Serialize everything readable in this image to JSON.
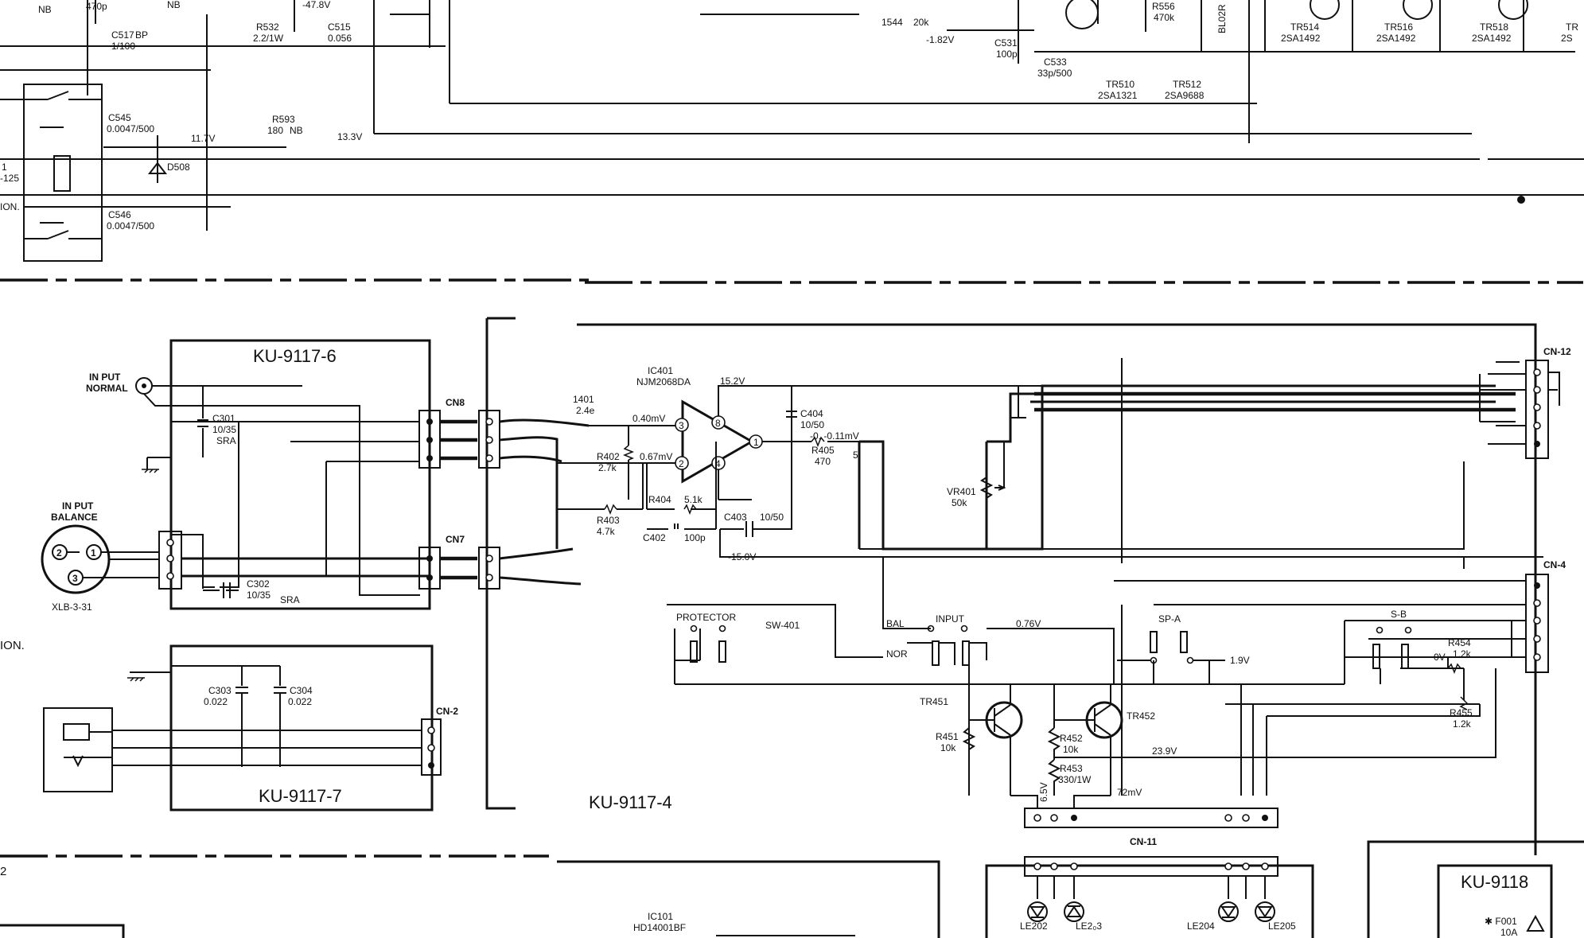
{
  "boards": {
    "ku6": "KU-9117-6",
    "ku7": "KU-9117-7",
    "ku4": "KU-9117-4",
    "ku9118": "KU-9118"
  },
  "connectors": {
    "cn8": "CN8",
    "cn7": "CN7",
    "cn12": "CN-12",
    "cn4": "CN-4",
    "cn2": "CN-2",
    "cn11": "CN-11"
  },
  "inputs": {
    "normal_1": "IN PUT",
    "normal_2": "NORMAL",
    "balance_1": "IN PUT",
    "balance_2": "BALANCE",
    "xlr_part": "XLB-3-31",
    "pin1": "1",
    "pin2": "2",
    "pin3": "3"
  },
  "ic401": {
    "ref": "IC401",
    "part": "NJM2068DA",
    "pin3": "3",
    "pin2": "2",
    "pin8": "8",
    "pin4": "4",
    "pin1": "1"
  },
  "ic101": {
    "ref": "IC101",
    "part": "HD14001BF"
  },
  "components": {
    "c301": "C301",
    "c301_v": "10/35",
    "c301_t": "SRA",
    "c302": "C302",
    "c302_v": "10/35",
    "c302_t": "SRA",
    "c303": "C303",
    "c303_v": "0.022",
    "c304": "C304",
    "c304_v": "0.022",
    "r402": "R402",
    "r402_v": "2.7k",
    "r403": "R403",
    "r403_v": "4.7k",
    "r404": "R404",
    "r404_v": "5.1k",
    "c402": "C402",
    "c402_v": "100p",
    "c403": "C403",
    "c403_v": "10/50",
    "c404": "C404",
    "c404_v": "10/50",
    "r405": "R405",
    "r405_v": "470",
    "r405_aux": "5",
    "vr401": "VR401",
    "vr401_v": "50k",
    "r451": "R451",
    "r451_v": "10k",
    "r452": "R452",
    "r452_v": "10k",
    "r453": "R453",
    "r453_v": "330/1W",
    "r454": "R454",
    "r454_v": "1.2k",
    "r455": "R455",
    "r455_v": "1.2k",
    "tr451": "TR451",
    "tr452": "TR452",
    "sw401": "SW-401",
    "protector": "PROTECTOR",
    "input_sw": "INPUT",
    "bal": "BAL",
    "nor": "NOR",
    "spa": "SP-A",
    "sb": "S-B",
    "le202": "LE202",
    "le203": "LE2₀3",
    "le204": "LE204",
    "le205": "LE205",
    "f001": "✱ F001",
    "f001_v": "10A",
    "c401_partial_1": "1401",
    "c401_partial_2": "2.4e"
  },
  "voltages": {
    "v_040mv": "0.40mV",
    "v_067mv": "0.67mV",
    "v_152": "15.2V",
    "v_neg15": "-15.0V",
    "v_neg011": "-0. -0.11mV",
    "v_076": "0.76V",
    "v_19": "1.9V",
    "v_0": "0V",
    "v_239": "23.9V",
    "v_72mv": "72mV",
    "v_65": "6.5V"
  },
  "top": {
    "r532": "R532",
    "r532_v": "2.2/1W",
    "c515": "C515",
    "c515_v": "0.056",
    "c517": "C517",
    "c517_v": "1/100",
    "c517_bp": "BP",
    "v_478": "-47.8V",
    "v_470p": "470p",
    "nb1": "NB",
    "nb2": "NB",
    "nb3": "NB",
    "c545": "C545",
    "c545_v": "0.0047/500",
    "c546": "C546",
    "c546_v": "0.0047/500",
    "d508": "D508",
    "r593": "R593",
    "r593_v": "180",
    "v_117": "11.7V",
    "v_133": "13.3V",
    "r544": "1544",
    "r544_v": "20k",
    "v_182": "-1.82V",
    "c531": "C531",
    "c531_v": "100p",
    "c533": "C533",
    "c533_v": "33p/500",
    "r556": "R556",
    "r556_v": "470k",
    "tr510": "TR510",
    "tr510_v": "2SA1321",
    "tr512": "TR512",
    "tr512_v": "2SA9688",
    "tr514": "TR514",
    "tr514_v": "2SA1492",
    "tr516": "TR516",
    "tr516_v": "2SA1492",
    "tr518": "TR518",
    "tr518_v": "2SA1492",
    "tr_edge": "TR",
    "tr_edge_v": "2S",
    "bl02r": "BL02R",
    "left_1": "1",
    "left_2": "-125",
    "left_3": "ION."
  },
  "edge_labels": {
    "left_ion": "ION.",
    "left_2": "2"
  }
}
